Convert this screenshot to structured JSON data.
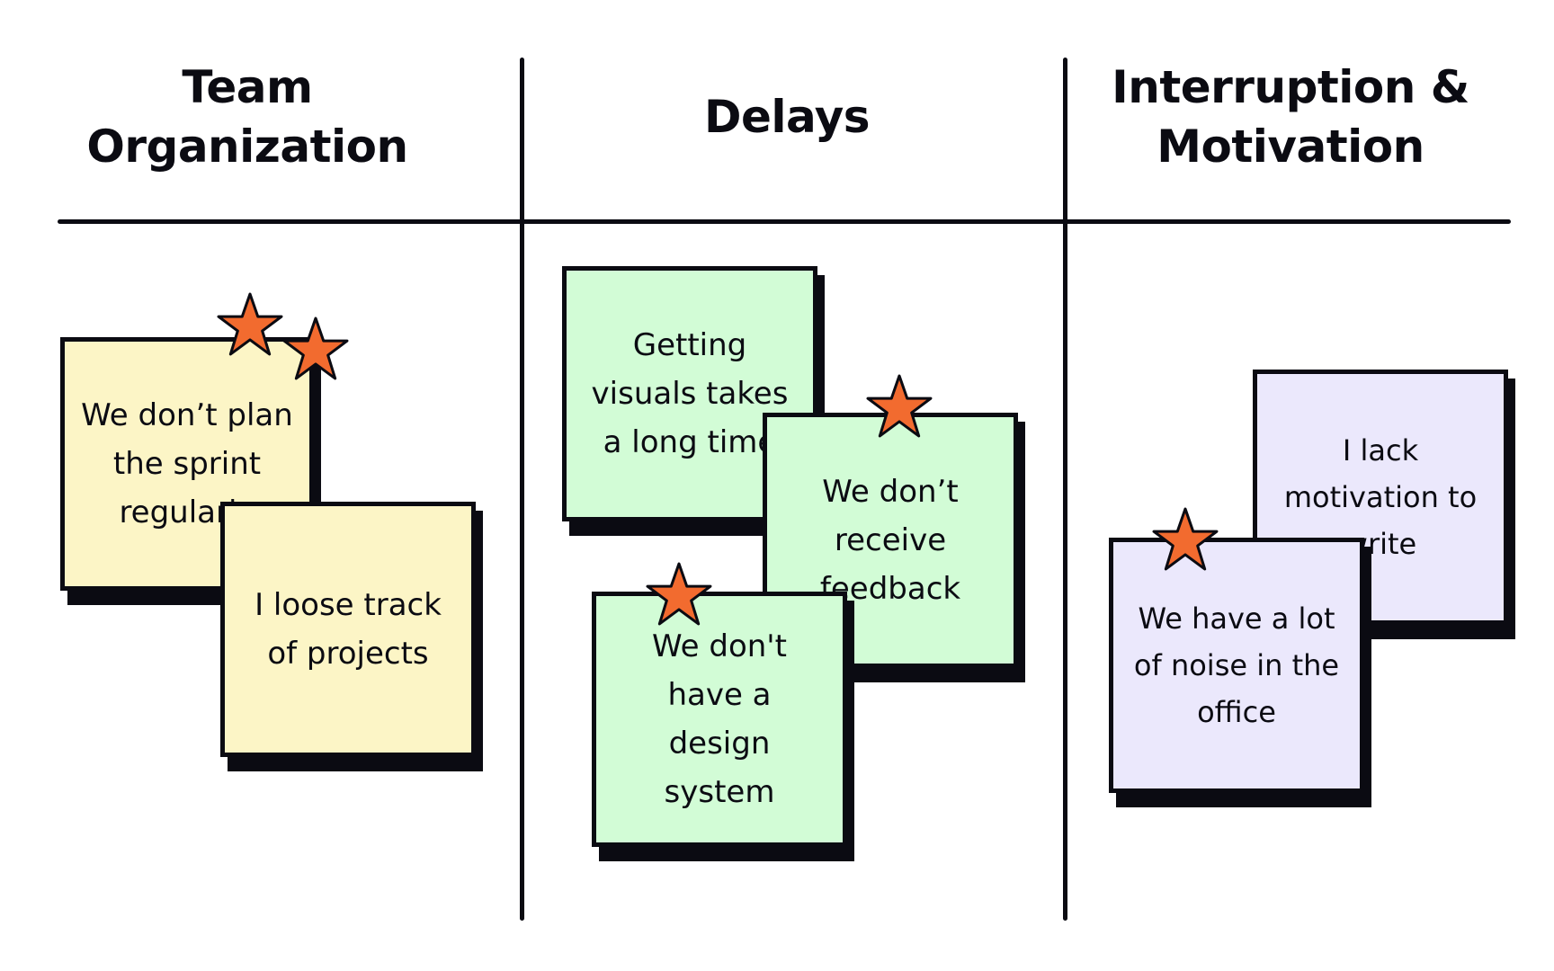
{
  "board": {
    "columns": [
      {
        "title": "Team\nOrganization"
      },
      {
        "title": "Delays"
      },
      {
        "title": "Interruption &\nMotivation"
      }
    ],
    "notes": [
      {
        "text": "We don’t plan\nthe sprint\nregularly"
      },
      {
        "text": "I loose track\nof projects"
      },
      {
        "text": "Getting\nvisuals takes\na long time"
      },
      {
        "text": "We don’t\nreceive\nfeedback"
      },
      {
        "text": "We don't\nhave a\ndesign\nsystem"
      },
      {
        "text": "I lack\nmotivation to\nwrite"
      },
      {
        "text": "We have a lot\nof noise in the\noffice"
      }
    ]
  },
  "colors": {
    "yellow_note": "#fcf5c6",
    "green_note": "#d2fcd6",
    "purple_note": "#ebe8fc",
    "star": "#f26b2f",
    "ink": "#0b0b12"
  },
  "icons": {
    "vote": "star-icon"
  }
}
